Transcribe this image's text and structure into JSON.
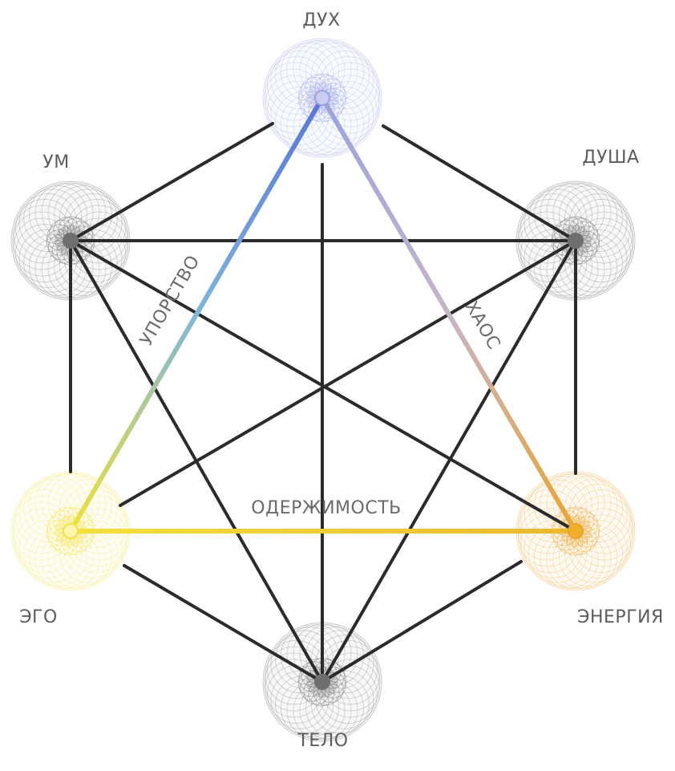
{
  "diagram": {
    "nodes": {
      "dukh": {
        "label": "ДУХ",
        "color": "#9aa3df",
        "core": "#c9cdf0"
      },
      "dusha": {
        "label": "ДУША",
        "color": "#707070",
        "core": "#6e6e6e"
      },
      "energy": {
        "label": "ЭНЕРГИЯ",
        "color": "#e8a531",
        "core": "#f0ae2a"
      },
      "telo": {
        "label": "ТЕЛО",
        "color": "#707070",
        "core": "#6e6e6e"
      },
      "ego": {
        "label": "ЭГО",
        "color": "#f2e24a",
        "core": "#fff7b0"
      },
      "um": {
        "label": "УМ",
        "color": "#707070",
        "core": "#6e6e6e"
      }
    },
    "edge_labels": {
      "persistence": "УПОРСТВО",
      "chaos": "ХАОС",
      "obsession": "ОДЕРЖИМОСТЬ"
    },
    "edge_color": "#2b2b2b",
    "gradients": {
      "persistence": [
        "#f0e23a",
        "#7fb8d8",
        "#5a74d6"
      ],
      "chaos": [
        "#9aa3df",
        "#c8b4c8",
        "#e8a531"
      ],
      "obsession": [
        "#f4e03c",
        "#ebb82e"
      ]
    }
  }
}
